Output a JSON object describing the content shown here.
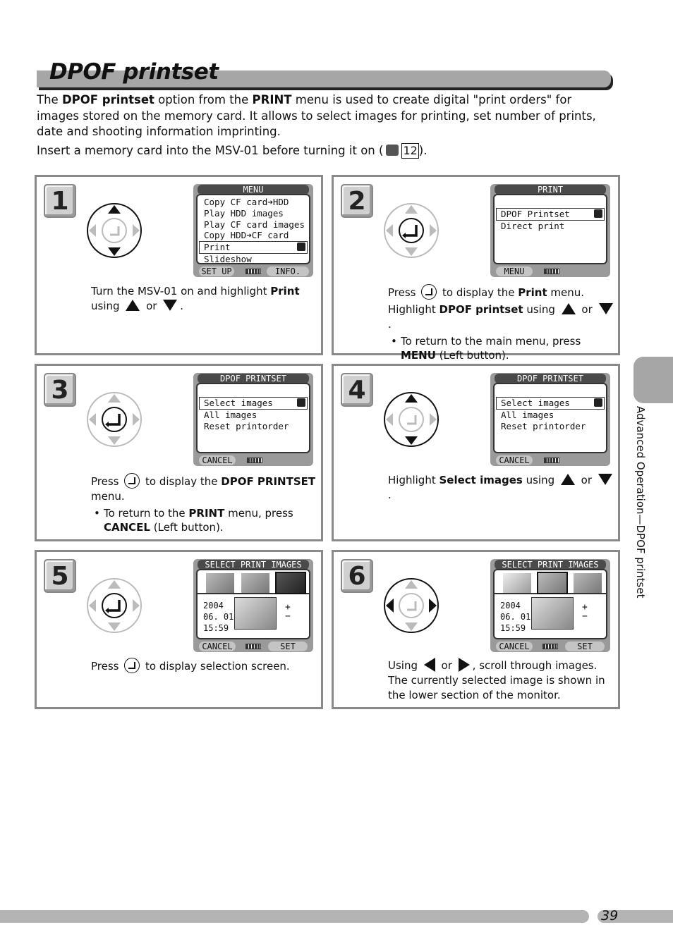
{
  "page": {
    "title": "DPOF printset",
    "intro": {
      "p1_a": "The ",
      "p1_b": "DPOF printset",
      "p1_c": " option from the ",
      "p1_d": "PRINT",
      "p1_e": " menu is used to create digital \"print orders\" for images stored on the memory card. It allows to select images for printing, set number of prints, date and shooting information imprinting.",
      "p2_a": "Insert a memory card into the MSV-01 before turning it on (",
      "p2_ref": "12",
      "p2_b": ")."
    },
    "side_label": "Advanced Operation—DPOF printset",
    "page_number": "39"
  },
  "steps": [
    {
      "num": "1",
      "screen": {
        "header": "MENU",
        "items": [
          "Copy CF card➜HDD",
          "Play HDD images",
          "Play CF card images",
          "Copy HDD➜CF card",
          "Print",
          "Slideshow"
        ],
        "selected_index": 4,
        "left_button": "SET UP",
        "right_button": "INFO."
      },
      "text": {
        "a": "Turn the MSV-01 on and highlight ",
        "b": "Print",
        "c": " using ",
        "d": " or ",
        "e": "."
      }
    },
    {
      "num": "2",
      "screen": {
        "header": "PRINT",
        "items": [
          "DPOF Printset",
          "Direct print"
        ],
        "selected_index": 0,
        "left_button": "MENU"
      },
      "text": {
        "l1a": "Press ",
        "l1b": " to display the ",
        "l1c": "Print",
        "l1d": " menu.",
        "l2a": "Highlight ",
        "l2b": "DPOF printset",
        "l2c": " using ",
        "l2d": " or ",
        "l2e": ".",
        "b1a": "To return to the main menu, press ",
        "b1b": "MENU",
        "b1c": " (Left button)."
      }
    },
    {
      "num": "3",
      "screen": {
        "header": "DPOF PRINTSET",
        "items": [
          "Select images",
          "All images",
          "Reset printorder"
        ],
        "selected_index": 0,
        "left_button": "CANCEL"
      },
      "text": {
        "l1a": "Press ",
        "l1b": " to display the ",
        "l1c": "DPOF PRINTSET",
        "l1d": " menu.",
        "b1a": "To return to the ",
        "b1b": "PRINT",
        "b1c": " menu, press ",
        "b1d": "CANCEL",
        "b1e": " (Left button)."
      }
    },
    {
      "num": "4",
      "screen": {
        "header": "DPOF PRINTSET",
        "items": [
          "Select images",
          "All images",
          "Reset printorder"
        ],
        "selected_index": 0,
        "left_button": "CANCEL"
      },
      "text": {
        "a": "Highlight ",
        "b": "Select images",
        "c": " using ",
        "d": " or ",
        "e": "."
      }
    },
    {
      "num": "5",
      "screen": {
        "header": "SELECT PRINT IMAGES",
        "date": [
          "2004",
          "06. 01",
          "15:59"
        ],
        "qty": [
          "+",
          "−"
        ],
        "left_button": "CANCEL",
        "right_button": "SET"
      },
      "text": {
        "a": "Press ",
        "b": " to display selection screen."
      }
    },
    {
      "num": "6",
      "screen": {
        "header": "SELECT PRINT IMAGES",
        "date": [
          "2004",
          "06. 01",
          "15:59"
        ],
        "qty": [
          "+",
          "−"
        ],
        "left_button": "CANCEL",
        "right_button": "SET"
      },
      "text": {
        "a": "Using ",
        "b": " or ",
        "c": ", scroll through images. The currently selected image is shown in the lower section of the monitor."
      }
    }
  ]
}
